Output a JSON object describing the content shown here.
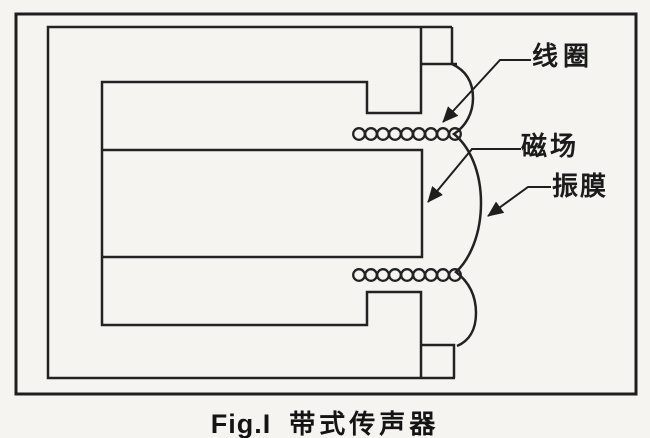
{
  "figure_type": "technical-diagram",
  "subject": "ribbon microphone cross-section",
  "colors": {
    "paper": "#f5f4f1",
    "ink": "#1e1e1e"
  },
  "labels": {
    "coil": "线圈",
    "magnetic_field": "磁场",
    "diaphragm": "振膜"
  },
  "caption": {
    "fig": "Fig.I",
    "title": "带式传声器"
  },
  "coils": {
    "top_row_count": 9,
    "bottom_row_count": 9
  },
  "parts": [
    "outer-frame",
    "case-outline",
    "magnet-core-outline",
    "magnet-central-bar",
    "top-pole-block",
    "bottom-pole-block",
    "coil-top-row",
    "coil-bottom-row",
    "diaphragm-curve",
    "leader-line-coil",
    "leader-line-magnetic-field",
    "leader-line-diaphragm"
  ]
}
